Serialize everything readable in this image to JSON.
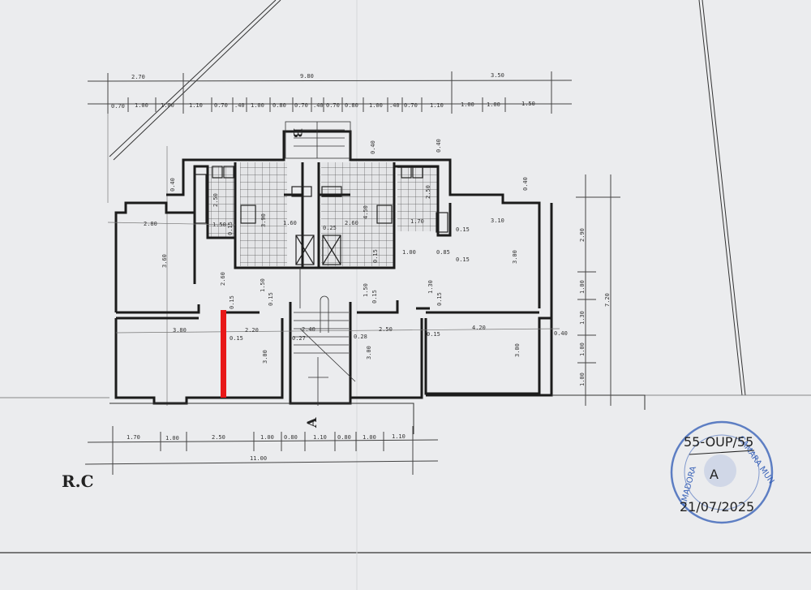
{
  "drawing": {
    "floor_label": "R.C",
    "section_markers": [
      "A",
      "B"
    ],
    "top_dims_row1": [
      "2.70",
      "9.80",
      "3.50"
    ],
    "top_dims_row2": [
      "0.70",
      "1.00",
      "1.00",
      "1.10",
      "0.70",
      ".40",
      "1.00",
      "0.80",
      "0.70",
      ".40",
      "0.70",
      "0.80",
      "1.00",
      ".40",
      "0.70",
      "1.10",
      "1.00",
      "1.00",
      "1.50"
    ],
    "bottom_dims_row1": [
      "1.70",
      "1.00",
      "2.50",
      "1.00",
      "0.80",
      "1.10",
      "0.80",
      "1.00",
      "1.10"
    ],
    "bottom_total": "11.00",
    "right_dims": [
      "2.90",
      "1.00",
      "1.30",
      "1.00",
      "1.00"
    ],
    "right_total": "7.20",
    "interior_dims": [
      "0.40",
      "2.80",
      "3.60",
      "2.50",
      "1.50",
      "0.15",
      "3.90",
      "1.60",
      "0.25",
      "2.60",
      "4.50",
      "0.15",
      "1.70",
      "0.40",
      "0.40",
      "2.50",
      "3.10",
      "3.00",
      "1.00",
      "0.85",
      "0.15",
      "0.15",
      "0.40",
      "2.60",
      "1.50",
      "0.15",
      "0.15",
      "1.50",
      "0.15",
      "1.30",
      "0.15",
      "3.80",
      "2.20",
      "2.40",
      "2.50",
      "4.20",
      "0.15",
      "0.27",
      "0.28",
      "0.15",
      "3.00",
      "3.00",
      "3.00",
      "0.40"
    ]
  },
  "stamp": {
    "ring_left": "AMADORA",
    "ring_right": "CAMARA MUN",
    "process_number": "55-OUP/55",
    "initial": "A",
    "date": "21/07/2025"
  },
  "colors": {
    "paper": "#ebecee",
    "ink": "#1b1b1b",
    "highlight": "#e81818",
    "stamp": "#3a63b8"
  }
}
